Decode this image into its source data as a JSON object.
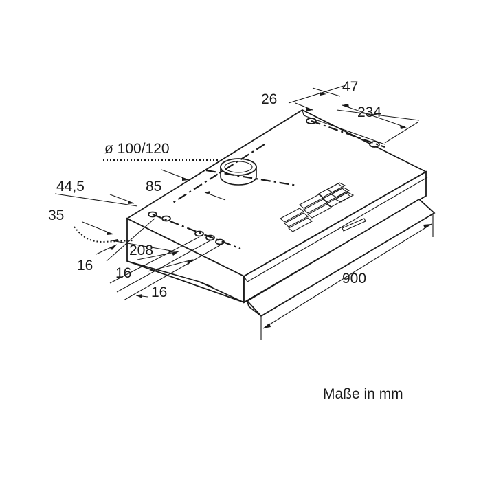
{
  "dimensions": {
    "d26": "26",
    "d47": "47",
    "d234": "234",
    "diameter": "ø 100/120",
    "d85": "85",
    "d44_5": "44,5",
    "d35": "35",
    "d208": "208",
    "d16_a": "16",
    "d16_b": "16",
    "d16_c": "16",
    "d900": "900"
  },
  "units_note": "Maße in mm"
}
